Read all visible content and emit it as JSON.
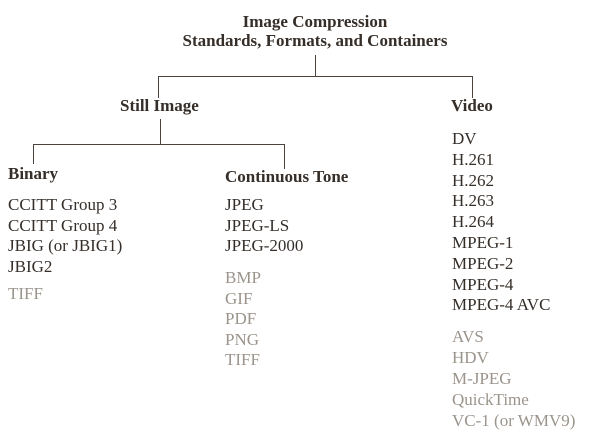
{
  "title": {
    "line1": "Image Compression",
    "line2": "Standards, Formats, and Containers"
  },
  "tree": {
    "still_image": {
      "label": "Still Image",
      "binary": {
        "label": "Binary",
        "standards": [
          "CCITT Group 3",
          "CCITT Group 4",
          "JBIG (or JBIG1)",
          "JBIG2"
        ],
        "formats_gray": [
          "TIFF"
        ]
      },
      "continuous_tone": {
        "label": "Continuous Tone",
        "standards": [
          "JPEG",
          "JPEG-LS",
          "JPEG-2000"
        ],
        "formats_gray": [
          "BMP",
          "GIF",
          "PDF",
          "PNG",
          "TIFF"
        ]
      }
    },
    "video": {
      "label": "Video",
      "standards": [
        "DV",
        "H.261",
        "H.262",
        "H.263",
        "H.264",
        "MPEG-1",
        "MPEG-2",
        "MPEG-4",
        "MPEG-4 AVC"
      ],
      "formats_gray": [
        "AVS",
        "HDV",
        "M-JPEG",
        "QuickTime",
        "VC-1 (or WMV9)"
      ]
    }
  },
  "colors": {
    "text_dark": "#352e29",
    "text_gray": "#9b948c",
    "line": "#4b443e",
    "background": "#ffffff"
  }
}
